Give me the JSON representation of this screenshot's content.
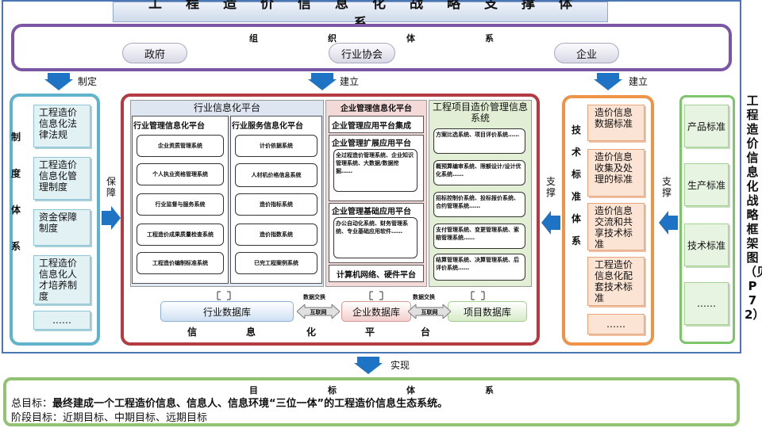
{
  "title": "工程造价信息化战略支撑体系",
  "org": {
    "title": "组织体系",
    "items": [
      "政府",
      "行业协会",
      "企业"
    ]
  },
  "arrows": {
    "formulate": "制定",
    "build1": "建立",
    "build2": "建立",
    "guarantee": "保障",
    "support1": "支撑",
    "support2": "支撑",
    "realize": "实现"
  },
  "left_system": {
    "vertical": "制度体系",
    "items": [
      "工程造价信息化法律法规",
      "工程造价信息化管理制度",
      "资金保障制度",
      "工程造价信息化人才培养制度",
      "……"
    ]
  },
  "platform": {
    "industry": {
      "header": "行业信息化平台",
      "mgmt_title": "行业管理信息化平台",
      "mgmt_items": [
        "企业资质管理系统",
        "个人执业资格管理系统",
        "行业监督与服务系统",
        "工程造价成果质量检查系统",
        "工程造价编制标准系统"
      ],
      "svc_title": "行业服务信息化平台",
      "svc_items": [
        "计价依据系统",
        "人材机价格信息系统",
        "造价指标系统",
        "造价指数系统",
        "已完工程案例系统"
      ]
    },
    "enterprise": {
      "header": "企业管理信息化平台",
      "integration": "企业管理应用平台集成",
      "ext_title": "企业管理扩展应用平台",
      "ext_text": "全过程造价管理系统、企业知识管理系统、大数据/数据挖掘……",
      "base_title": "企业管理基础应用平台",
      "base_text": "办公自动化系统、财务管理系统、专业基础应用软件……",
      "network": "计算机网络、硬件平台"
    },
    "project": {
      "header": "工程项目造价管理信息系统",
      "items": [
        "方案比选系统、项目评价系统……",
        "概预算编审系统、限额设计/设计优化系统……",
        "招标控制价系统、投标报价系统、合约管理系统……",
        "支付管理系统、变更管理系统、索赔管理系统……",
        "结算管理系统、决算管理系统、后评价系统……"
      ]
    },
    "databases": [
      "行业数据库",
      "企业数据库",
      "项目数据库"
    ],
    "exchange": [
      "数据交换",
      "数据交换"
    ],
    "internet": [
      "互联网",
      "互联网"
    ],
    "bottom_title": [
      "信",
      "息",
      "化",
      "平",
      "台"
    ]
  },
  "tech_system": {
    "vertical": "技术标准体系",
    "items": [
      "造价信息数据标准",
      "造价信息收集及处理的标准",
      "造价信息交流和共享技术标准",
      "工程造价信息化配套技术标准",
      "……"
    ]
  },
  "standards": [
    "产品标准",
    "生产标准",
    "技术标准",
    "……"
  ],
  "side_title": "工程造价信息化战略框架图（见P72）",
  "goals": {
    "title": "目标体系",
    "overall_label": "总目标：",
    "overall_text": "最终建成一个工程造价信息、信息人、信息环境“三位一体”的工程造价信息生态系统。",
    "phase_label": "阶段目标：",
    "phase_text": "近期目标、中期目标、远期目标"
  },
  "colors": {
    "frame": "#4a77b4",
    "org": "#7a56a5",
    "left": "#5fb3cc",
    "platform": "#b33b41",
    "tech": "#ef9349",
    "standards": "#7cc56b",
    "goals": "#92c373",
    "arrow": "#1f73c5"
  }
}
